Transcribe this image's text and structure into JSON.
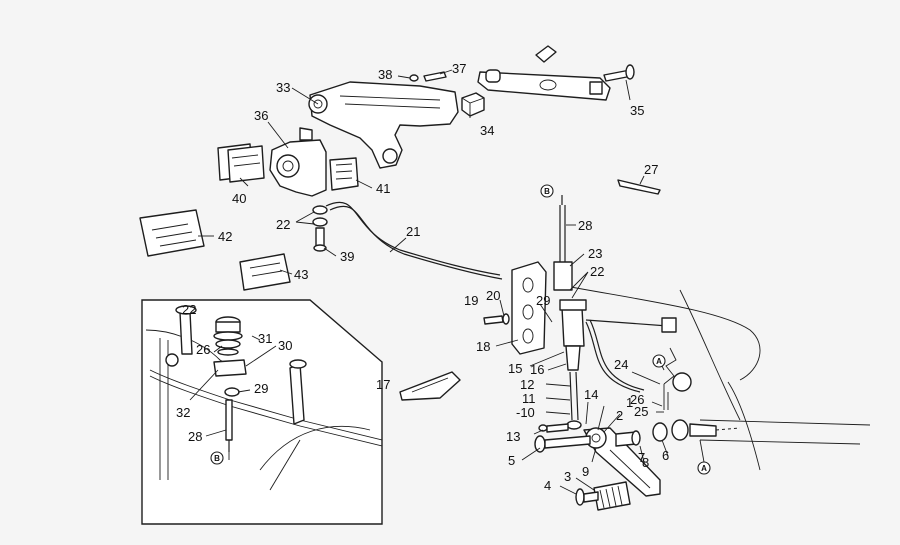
{
  "diagram": {
    "callouts": [
      "1",
      "2",
      "3",
      "4",
      "5",
      "6",
      "7",
      "8",
      "9",
      "-10",
      "11",
      "12",
      "13",
      "14",
      "15",
      "16",
      "17",
      "18",
      "19",
      "20",
      "21",
      "22",
      "22",
      "22",
      "23",
      "24",
      "25",
      "26",
      "26",
      "27",
      "28",
      "28",
      "29",
      "29",
      "30",
      "31",
      "32",
      "33",
      "34",
      "35",
      "36",
      "37",
      "38",
      "39",
      "40",
      "41",
      "42",
      "43"
    ],
    "reference_markers": [
      "A",
      "B"
    ]
  }
}
